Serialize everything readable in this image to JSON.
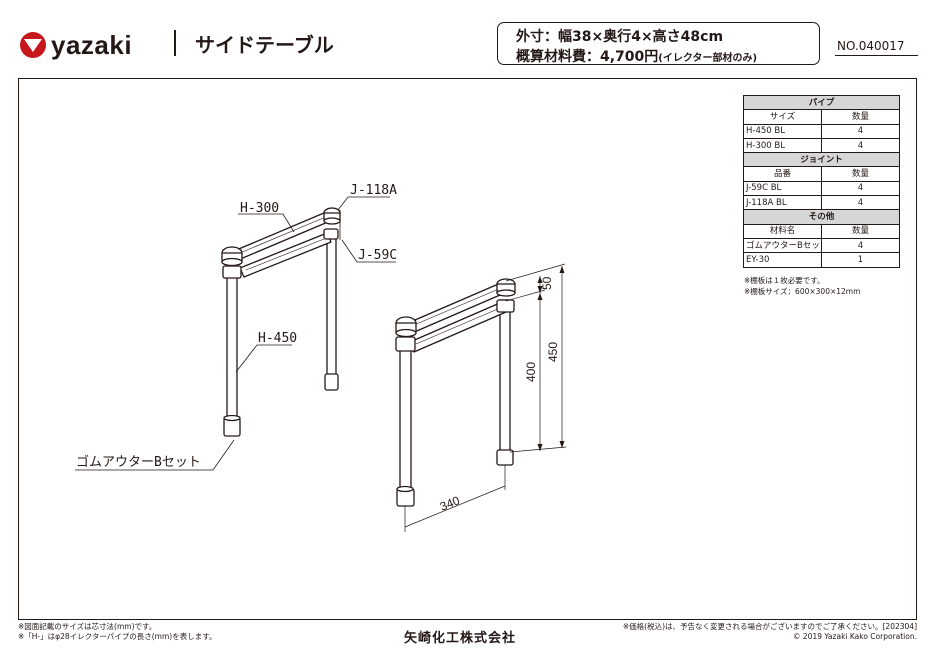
{
  "header": {
    "brand": "yazaki",
    "product_title": "サイドテーブル",
    "spec_size": "外寸：幅38×奥行4×高さ48cm",
    "spec_cost": "概算材料費：4,700円",
    "spec_cost_note": "(イレクター部材のみ)",
    "document_no": "NO.040017"
  },
  "drawing": {
    "callouts": {
      "h300": "H-300",
      "j118a": "J-118A",
      "j59c": "J-59C",
      "h450": "H-450",
      "rubber": "ゴムアウターBセット"
    },
    "dimensions": {
      "d50": "50",
      "d400": "400",
      "d450": "450",
      "d340": "340"
    }
  },
  "parts_table": {
    "sections": [
      {
        "title": "パイプ",
        "col1": "サイズ",
        "col2": "数量",
        "rows": [
          {
            "name": "H-450 BL",
            "qty": "4"
          },
          {
            "name": "H-300 BL",
            "qty": "4"
          }
        ]
      },
      {
        "title": "ジョイント",
        "col1": "品番",
        "col2": "数量",
        "rows": [
          {
            "name": "J-59C BL",
            "qty": "4"
          },
          {
            "name": "J-118A BL",
            "qty": "4"
          }
        ]
      },
      {
        "title": "その他",
        "col1": "材料名",
        "col2": "数量",
        "rows": [
          {
            "name": "ゴムアウターBセット",
            "qty": "4"
          },
          {
            "name": "EY-30",
            "qty": "1"
          }
        ]
      }
    ],
    "notes": [
      "※棚板は１枚必要です。",
      "※棚板サイズ：600×300×12mm"
    ]
  },
  "footer": {
    "left_notes": [
      "※図面記載のサイズは芯寸法(mm)です。",
      "※「H-」はφ28イレクターパイプの長さ(mm)を表します。"
    ],
    "company": "矢崎化工株式会社",
    "right_notes": [
      "※価格(税込)は、予告なく変更される場合がございますのでご了承ください。[202304]",
      "© 2019 Yazaki Kako  Corporation."
    ]
  },
  "colors": {
    "ink": "#231815",
    "logo_red": "#c8161d",
    "table_header_fill": "#d6d6d6",
    "background": "#ffffff"
  }
}
